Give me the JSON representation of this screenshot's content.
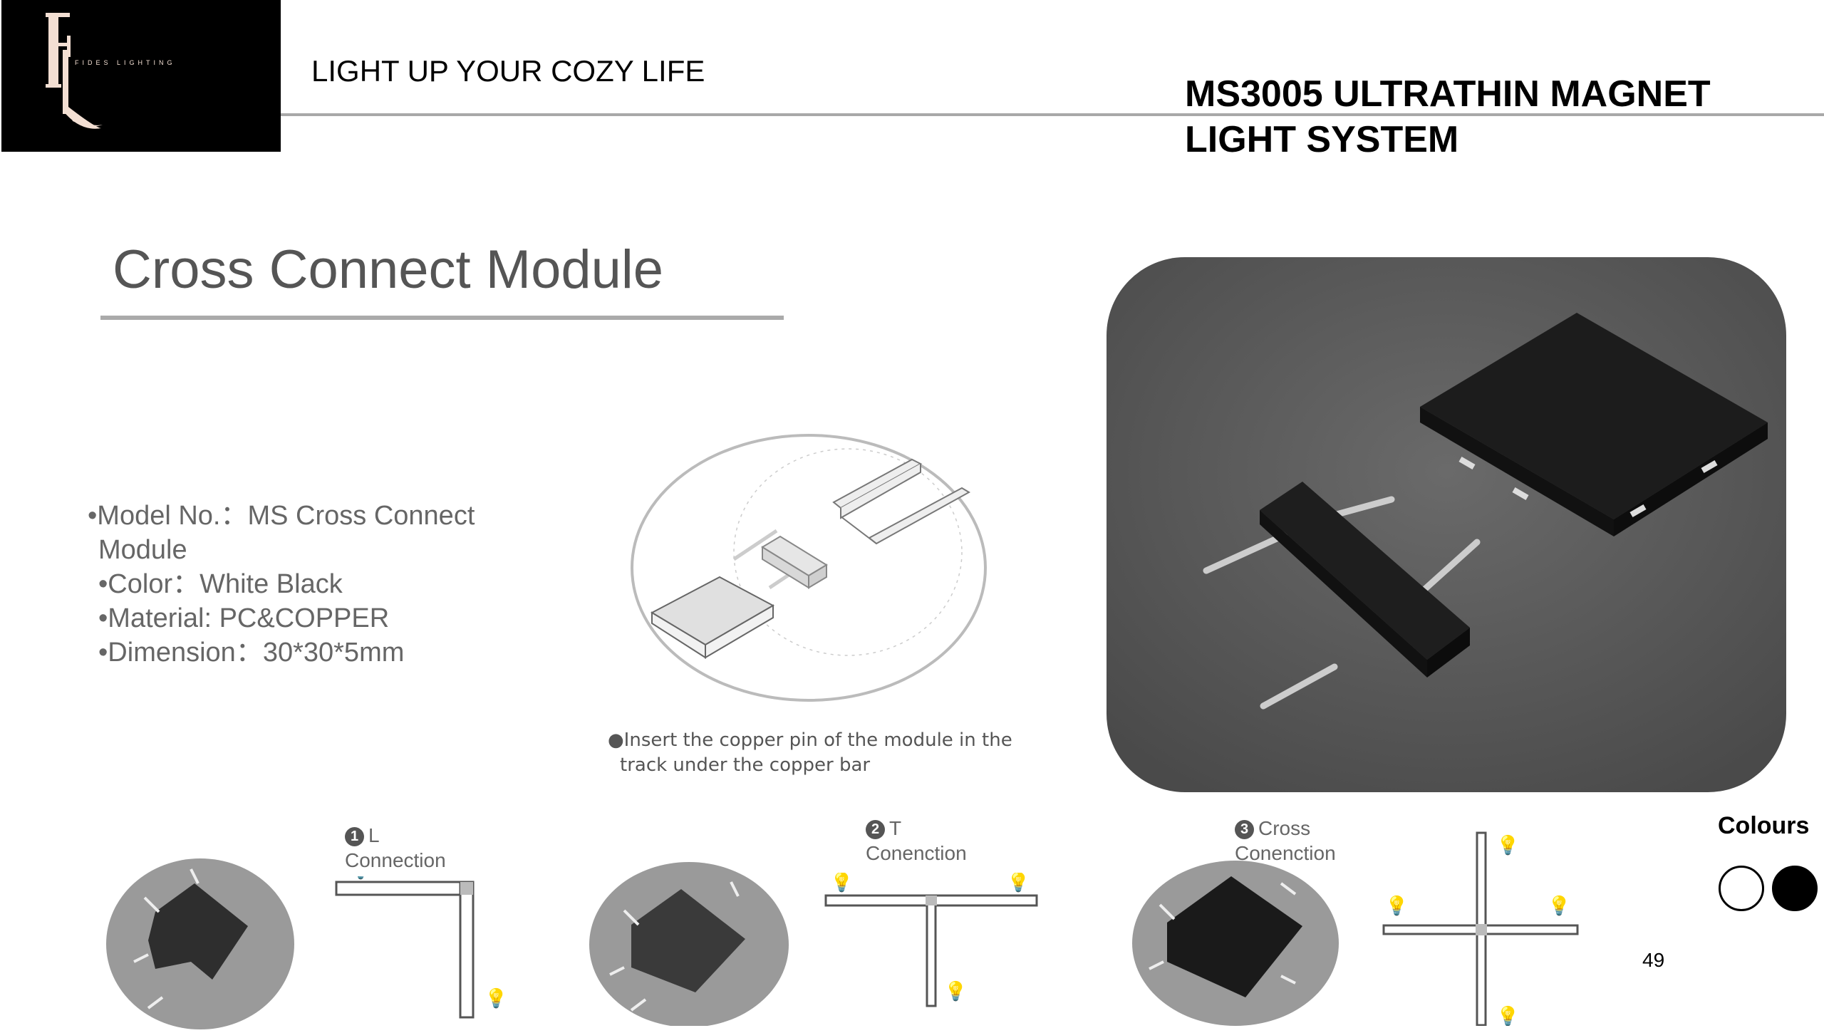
{
  "header": {
    "logo_text": "FL",
    "logo_subtext": "FIDES LIGHTING",
    "tagline": "LIGHT UP YOUR COZY LIFE",
    "product_title_line1": "MS3005 ULTRATHIN MAGNET",
    "product_title_line2": "LIGHT SYSTEM"
  },
  "page_title": "Cross Connect Module",
  "specs": [
    "•Model No.：MS Cross Connect",
    "Module",
    "•Color：White Black",
    "•Material: PC&COPPER",
    "•Dimension：30*30*5mm"
  ],
  "caption": {
    "line1": "●Insert the copper pin of the module in the",
    "line2": "track under the copper bar"
  },
  "connections": [
    {
      "num": "1",
      "line1": "L",
      "line2": "Connection"
    },
    {
      "num": "2",
      "line1": "T",
      "line2": "Conenction"
    },
    {
      "num": "3",
      "line1": "Cross",
      "line2": "Conenction"
    }
  ],
  "colours": {
    "title": "Colours",
    "swatches": [
      "#ffffff",
      "#000000"
    ]
  },
  "page_number": "49"
}
